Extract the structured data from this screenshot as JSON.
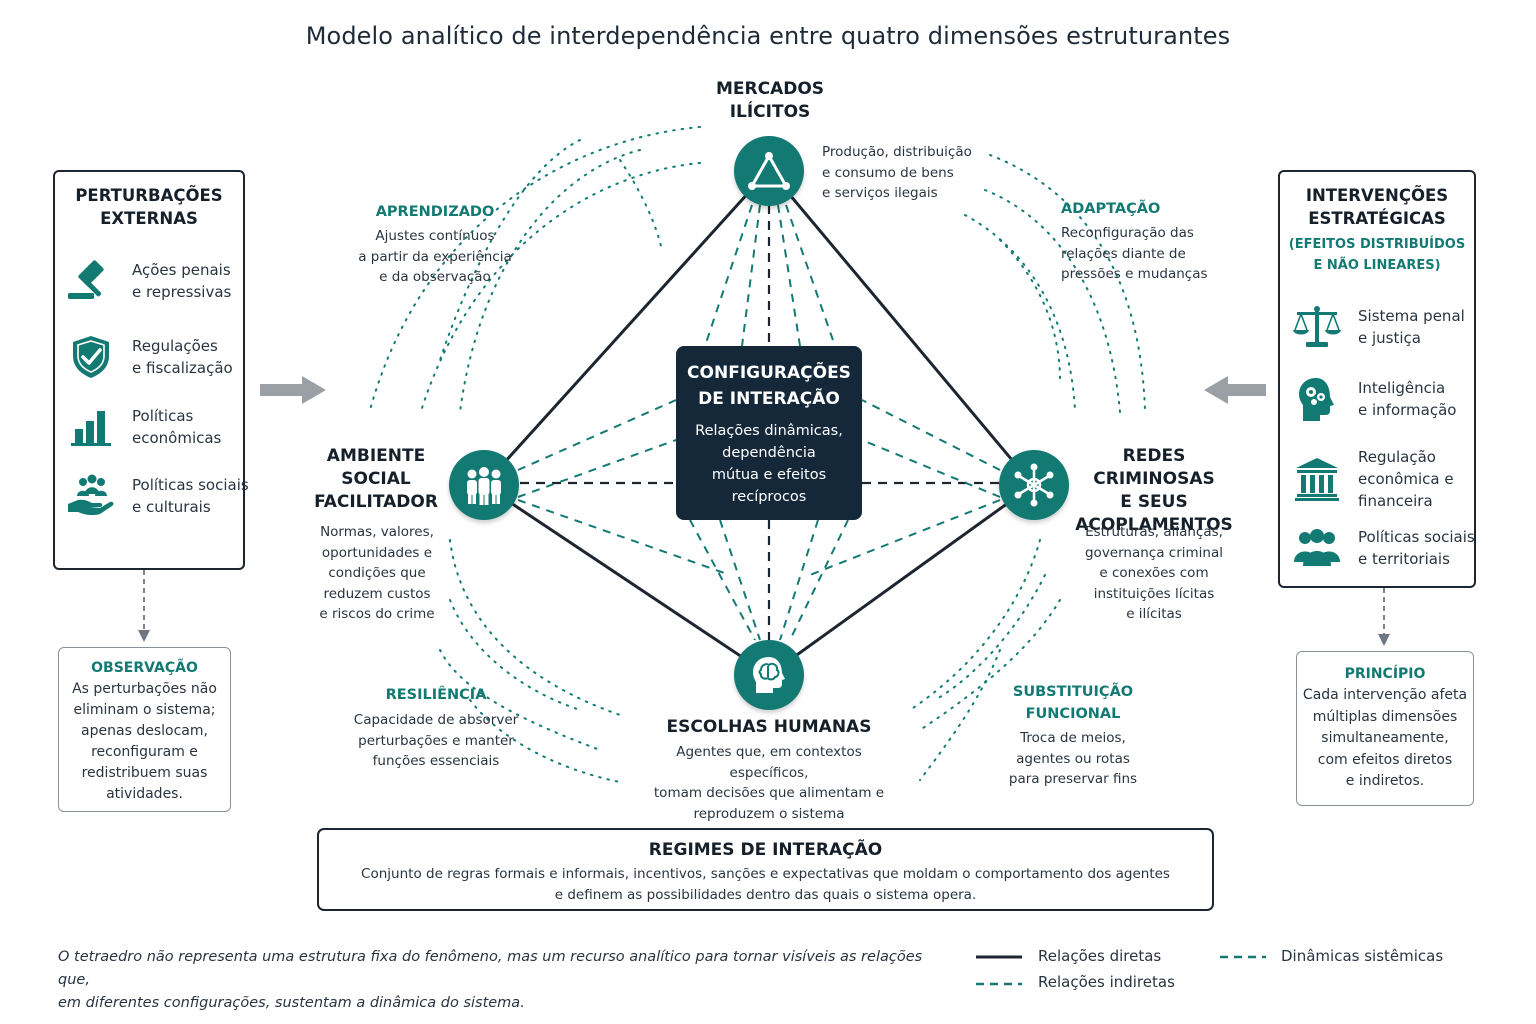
{
  "title": "Modelo analítico de interdependência entre quatro dimensões estruturantes",
  "nodes": {
    "mercados": {
      "title_1": "MERCADOS",
      "title_2": "ILÍCITOS",
      "desc": [
        "Produção, distribuição",
        "e consumo de bens",
        "e serviços ilegais"
      ],
      "icon": "triangle-network-icon"
    },
    "ambiente": {
      "title": [
        "AMBIENTE",
        "SOCIAL",
        "FACILITADOR"
      ],
      "desc": [
        "Normas, valores,",
        "oportunidades e",
        "condições que",
        "reduzem custos",
        "e riscos do crime"
      ],
      "icon": "people-group-icon"
    },
    "redes": {
      "title": [
        "REDES CRIMINOSAS",
        "E SEUS",
        "ACOPLAMENTOS"
      ],
      "desc": [
        "Estruturas, alianças,",
        "governança criminal",
        "e conexões com",
        "instituições lícitas",
        "e ilícitas"
      ],
      "icon": "network-hub-icon"
    },
    "escolhas": {
      "title": "ESCOLHAS HUMANAS",
      "desc": [
        "Agentes que, em contextos específicos,",
        "tomam decisões que alimentam e",
        "reproduzem o sistema"
      ],
      "icon": "head-brain-icon"
    }
  },
  "core": {
    "title": [
      "CONFIGURAÇÕES",
      "DE INTERAÇÃO"
    ],
    "desc": [
      "Relações dinâmicas,",
      "dependência",
      "mútua e efeitos",
      "recíprocos"
    ]
  },
  "dynamics": {
    "aprendizado": {
      "title": "APRENDIZADO",
      "desc": [
        "Ajustes contínuos",
        "a partir da experiência",
        "e da observação"
      ]
    },
    "adaptacao": {
      "title": "ADAPTAÇÃO",
      "desc": [
        "Reconfiguração das",
        "relações diante de",
        "pressões e mudanças"
      ]
    },
    "resiliencia": {
      "title": "RESILIÊNCIA",
      "desc": [
        "Capacidade de absorver",
        "perturbações e manter",
        "funções essenciais"
      ]
    },
    "substituicao": {
      "title": [
        "SUBSTITUIÇÃO",
        "FUNCIONAL"
      ],
      "desc": [
        "Troca de meios,",
        "agentes ou rotas",
        "para preservar fins"
      ]
    }
  },
  "perturbacoes": {
    "title": [
      "PERTURBAÇÕES",
      "EXTERNAS"
    ],
    "items": [
      {
        "label": [
          "Ações penais",
          "e repressivas"
        ],
        "icon": "gavel-icon"
      },
      {
        "label": [
          "Regulações",
          "e fiscalização"
        ],
        "icon": "shield-check-icon"
      },
      {
        "label": [
          "Políticas",
          "econômicas"
        ],
        "icon": "bar-chart-icon"
      },
      {
        "label": [
          "Políticas sociais",
          "e culturais"
        ],
        "icon": "hand-people-icon"
      }
    ]
  },
  "observacao": {
    "title": "OBSERVAÇÃO",
    "text": [
      "As perturbações não",
      "eliminam o sistema;",
      "apenas deslocam,",
      "reconfiguram e",
      "redistribuem suas",
      "atividades."
    ]
  },
  "intervencoes": {
    "title": [
      "INTERVENÇÕES",
      "ESTRATÉGICAS"
    ],
    "subtitle": [
      "(EFEITOS DISTRIBUÍDOS",
      "E NÃO LINEARES)"
    ],
    "items": [
      {
        "label": [
          "Sistema penal",
          "e justiça"
        ],
        "icon": "scales-icon"
      },
      {
        "label": [
          "Inteligência",
          "e informação"
        ],
        "icon": "head-gears-icon"
      },
      {
        "label": [
          "Regulação",
          "econômica e",
          "financeira"
        ],
        "icon": "bank-icon"
      },
      {
        "label": [
          "Políticas sociais",
          "e territoriais"
        ],
        "icon": "people-icon"
      }
    ]
  },
  "principio": {
    "title": "PRINCÍPIO",
    "text": [
      "Cada intervenção afeta",
      "múltiplas dimensões",
      "simultaneamente,",
      "com efeitos diretos",
      "e indiretos."
    ]
  },
  "regimes": {
    "title": "REGIMES DE INTERAÇÃO",
    "text": [
      "Conjunto de regras formais e informais, incentivos, sanções e expectativas que moldam o comportamento dos agentes",
      "e definem as possibilidades dentro das quais o sistema opera."
    ]
  },
  "footnote": [
    "O tetraedro não representa uma estrutura fixa do fenômeno, mas um recurso analítico para tornar visíveis as relações que,",
    "em diferentes configurações, sustentam a dinâmica do sistema."
  ],
  "legend": {
    "direct": "Relações diretas",
    "indirect": "Relações indiretas",
    "systemic": "Dinâmicas sistêmicas"
  },
  "colors": {
    "teal": "#137a73",
    "dark": "#14283a",
    "line": "#1d2630"
  }
}
